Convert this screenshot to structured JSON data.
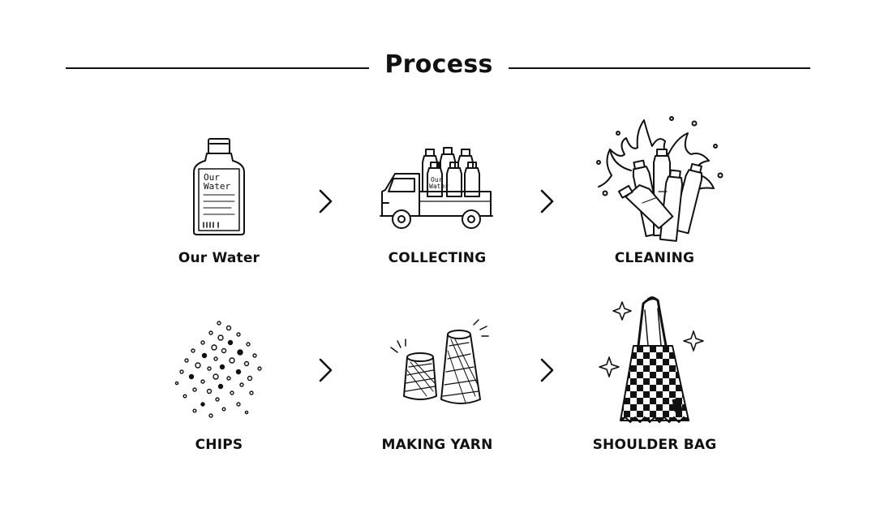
{
  "header": {
    "title": "Process"
  },
  "steps": [
    {
      "label": "Our Water",
      "icon": "water-bottle-icon",
      "bottle_text_1": "Our",
      "bottle_text_2": "Water"
    },
    {
      "label": "COLLECTING",
      "icon": "truck-with-bottles-icon",
      "bottle_text_1": "Our",
      "bottle_text_2": "Water"
    },
    {
      "label": "CLEANING",
      "icon": "splashing-bottles-icon"
    },
    {
      "label": "CHIPS",
      "icon": "plastic-chips-icon"
    },
    {
      "label": "MAKING YARN",
      "icon": "yarn-spools-icon"
    },
    {
      "label": "SHOULDER BAG",
      "icon": "checkered-bag-icon"
    }
  ],
  "arrow_icon": "chevron-right-icon",
  "colors": {
    "ink": "#111111",
    "background": "#ffffff"
  }
}
